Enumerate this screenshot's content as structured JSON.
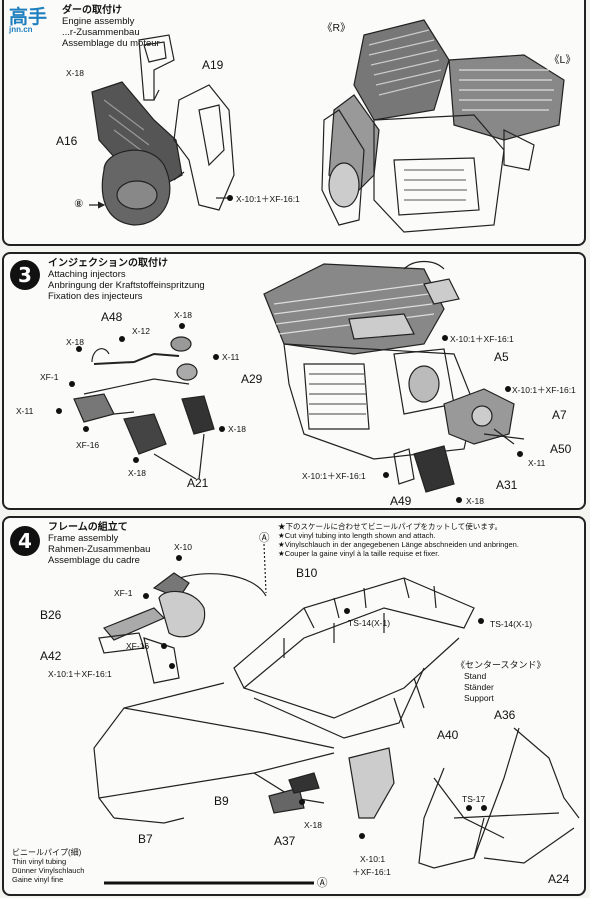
{
  "watermark": {
    "text": "高手",
    "sub": "jnn.cn"
  },
  "step2": {
    "title_jp": "ダーの取付け",
    "title_en": "Engine assembly",
    "title_de": "...r-Zusammenbau",
    "title_fr": "Assemblage du moteur",
    "labels": {
      "r": "《R》",
      "l": "《L》",
      "x18": "X-18",
      "a19": "A19",
      "a16": "A16",
      "circle8": "⑧",
      "paint": "X-10:1＋XF-16:1"
    }
  },
  "step3": {
    "num": "3",
    "title_jp": "インジェクションの取付け",
    "title_en": "Attaching injectors",
    "title_de": "Anbringung der Kraftstoffeinspritzung",
    "title_fr": "Fixation des injecteurs",
    "labels": {
      "a48": "A48",
      "x18a": "X-18",
      "x12": "X-12",
      "x18b": "X-18",
      "x11a": "X-11",
      "xf1": "XF-1",
      "x11b": "X-11",
      "xf16": "XF-16",
      "a29": "A29",
      "x18c": "X-18",
      "x18d": "X-18",
      "a21": "A21",
      "paint1": "X-10:1＋XF-16:1",
      "a5": "A5",
      "paint2": "X-10:1＋XF-16:1",
      "a7": "A7",
      "a50": "A50",
      "x11c": "X-11",
      "paint3": "X-10:1＋XF-16:1",
      "a31": "A31",
      "a49": "A49",
      "x18e": "X-18"
    }
  },
  "step4": {
    "num": "4",
    "title_jp": "フレームの組立て",
    "title_en": "Frame assembly",
    "title_de": "Rahmen-Zusammenbau",
    "title_fr": "Assemblage du cadre",
    "note": [
      "★下のスケールに合わせてビニールパイプをカットして使います。",
      "★Cut vinyl tubing into length shown and attach.",
      "★Vinylschlauch in der angegebenen Länge abschneiden und anbringen.",
      "★Couper la gaine vinyl à la taille requise et fixer."
    ],
    "labels": {
      "circA1": "Ⓐ",
      "x10": "X-10",
      "b10": "B10",
      "xf1": "XF-1",
      "b26": "B26",
      "xf16": "XF-16",
      "a42": "A42",
      "paint": "X-10:1＋XF-16:1",
      "ts14a": "TS-14(X-1)",
      "ts14b": "TS-14(X-1)",
      "b9": "B9",
      "x18": "X-18",
      "b7": "B7",
      "a37": "A37",
      "paint2a": "X-10:1",
      "paint2b": "＋XF-16:1",
      "a40": "A40",
      "ts17": "TS-17",
      "a36": "A36",
      "a24": "A24",
      "circA2": "Ⓐ"
    },
    "stand": {
      "jp": "《センタースタンド》",
      "en": "Stand",
      "de": "Ständer",
      "fr": "Support"
    },
    "tube": {
      "jp": "ビニールパイプ(細)",
      "en": "Thin vinyl tubing",
      "de": "Dünner Vinylschlauch",
      "fr": "Gaine vinyl fine"
    }
  }
}
